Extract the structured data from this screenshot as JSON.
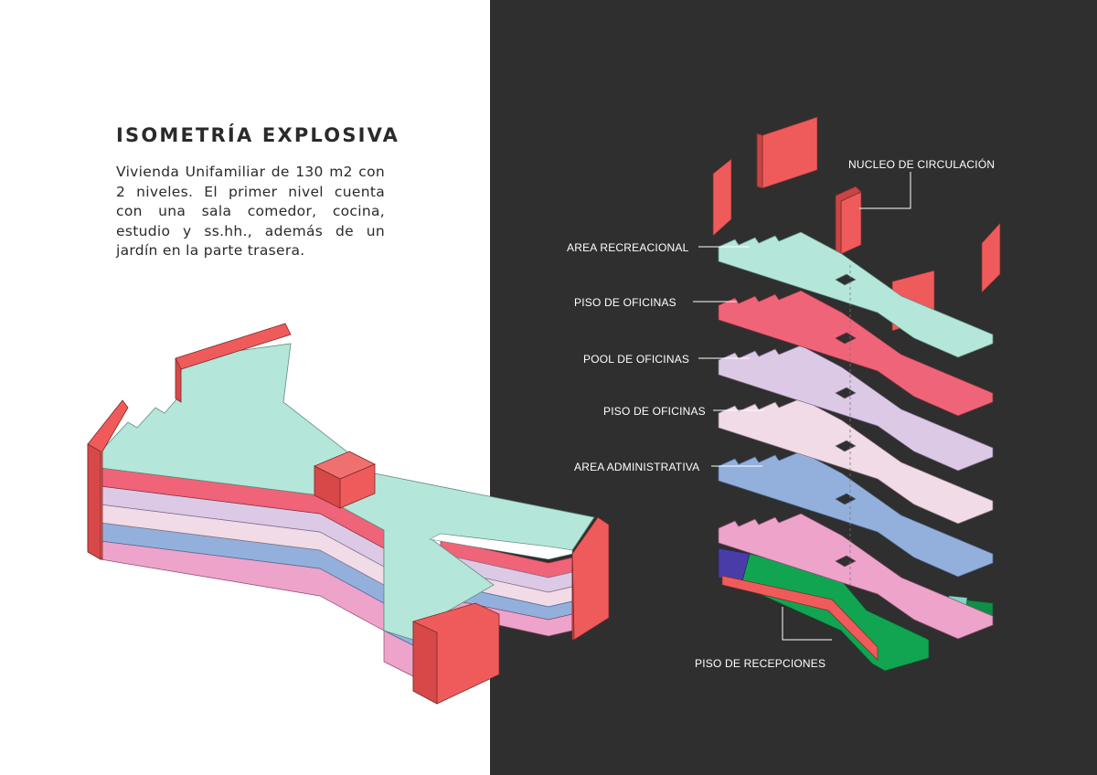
{
  "title": "ISOMETRÍA EXPLOSIVA",
  "description": "Vivienda Unifamiliar de 130 m2 con 2 niveles. El primer nivel cuenta con una sala comedor, cocina, estudio y ss.hh., además de un jardín en la parte trasera.",
  "labels": {
    "nucleo": "NUCLEO DE CIRCULACIÓN",
    "recreacional": "AREA RECREACIONAL",
    "oficinas_1": "PISO DE OFICINAS",
    "pool": "POOL DE OFICINAS",
    "oficinas_2": "PISO DE OFICINAS",
    "administrativa": "AREA ADMINISTRATIVA",
    "recepciones": "PISO DE RECEPCIONES"
  },
  "colors": {
    "dark_background": "#2f2f2f",
    "core_red": "#ef5b5b",
    "mint": "#b4e6da",
    "pink_red": "#ef6478",
    "lavender": "#dcc9e6",
    "light_pink": "#f0dbe6",
    "blue": "#93b0dc",
    "pink": "#eea3cb",
    "green": "#11a551",
    "purple": "#4a3ca8"
  }
}
